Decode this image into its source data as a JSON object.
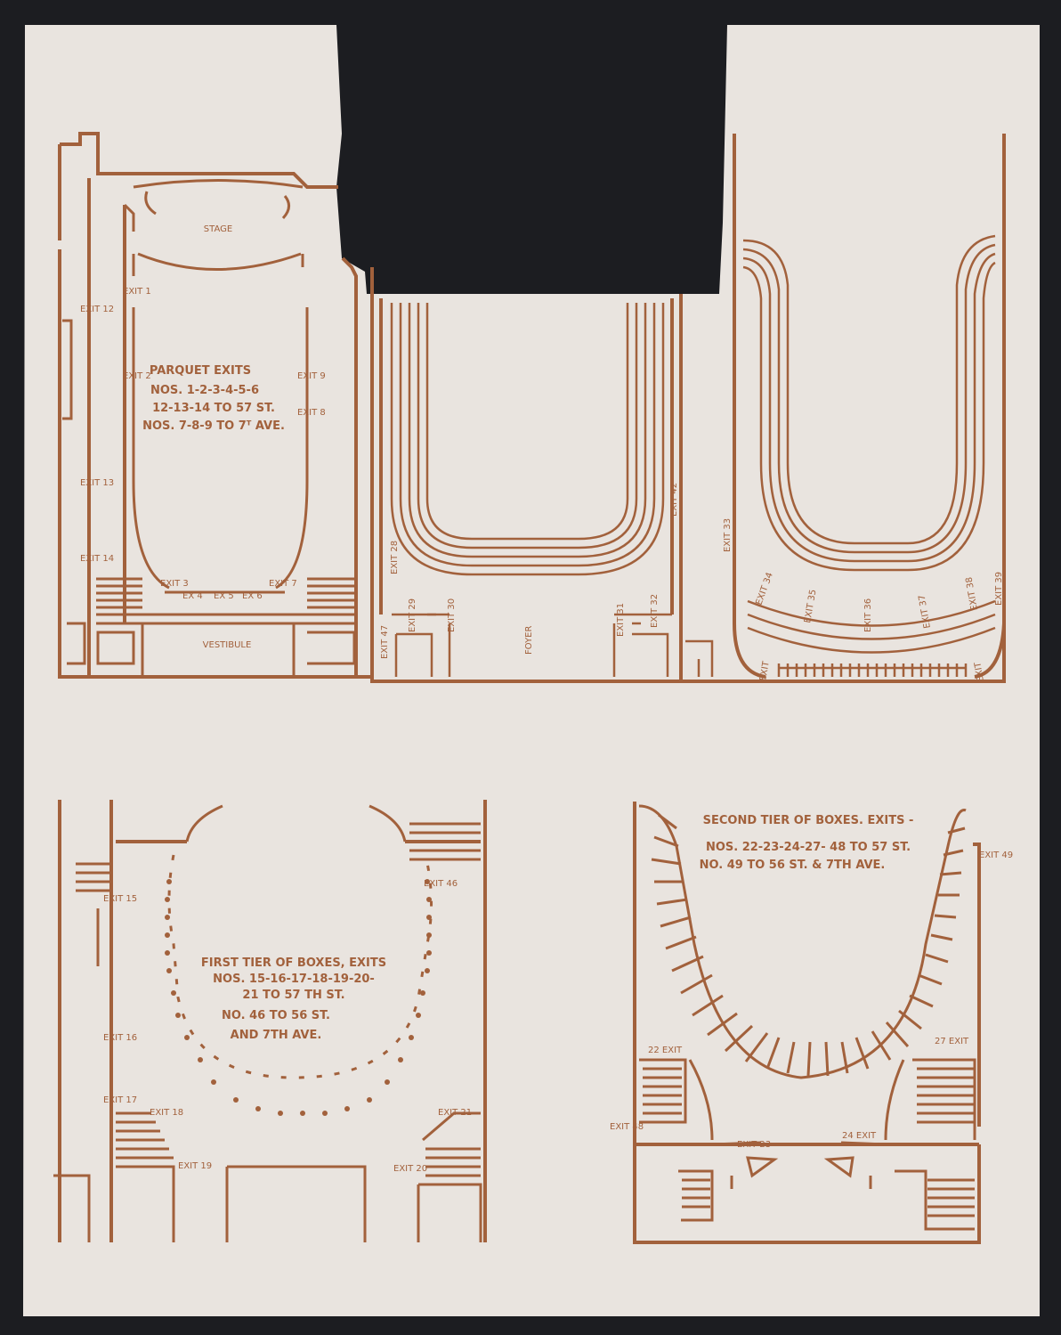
{
  "colors": {
    "paper": "#e9e4df",
    "ink": "#a2613c",
    "background": "#1c1d21"
  },
  "plan1": {
    "stage": "STAGE",
    "vestibule": "VESTIBULE",
    "title": "PARQUET EXITS",
    "l1": "NOS. 1-2-3-4-5-6",
    "l2": "12-13-14 TO 57 ST.",
    "l3": "NOS. 7-8-9 TO 7ᵀ AVE.",
    "exit1": "EXIT 1",
    "exit2": "EXIT 2",
    "exit8": "EXIT 8",
    "exit9": "EXIT 9",
    "exit12": "EXIT 12",
    "exit13": "EXIT 13",
    "exit14": "EXIT 14",
    "exit3": "EXIT 3",
    "ex4": "EX 4",
    "ex5": "EX 5",
    "ex6": "EX 6",
    "exit7": "EXIT 7"
  },
  "plan2": {
    "foyer": "FOYER",
    "exit28": "EXIT 28",
    "exit29": "EXIT 29",
    "exit30": "EXIT 30",
    "exit31": "EXIT 31",
    "exit32": "EXIT 32",
    "exit42": "EXIT 42",
    "exit47": "EXIT 47"
  },
  "plan3": {
    "exit33": "EXIT 33",
    "exit34": "EXIT 34",
    "exit35": "EXIT 35",
    "exit36": "EXIT 36",
    "exit37": "EXIT 37",
    "exit38": "EXIT 38",
    "exit39": "EXIT 39",
    "exit": "EXIT"
  },
  "plan4": {
    "title": "FIRST TIER OF BOXES, EXITS",
    "l1": "NOS. 15-16-17-18-19-20-",
    "l2": "21 TO 57 TH ST.",
    "l3": "NO. 46 TO 56 ST.",
    "l4": "AND 7TH AVE.",
    "exit15": "EXIT 15",
    "exit16": "EXIT 16",
    "exit17": "EXIT 17",
    "exit18": "EXIT 18",
    "exit19": "EXIT 19",
    "exit20": "EXIT 20",
    "exit21": "EXIT 21",
    "exit46": "EXIT 46"
  },
  "plan5": {
    "title": "SECOND TIER OF BOXES. EXITS -",
    "l1": "NOS. 22-23-24-27- 48 TO 57 ST.",
    "l2": "NO. 49 TO 56 ST. & 7TH AVE.",
    "exit22": "22 EXIT",
    "exit23": "EXIT 23",
    "exit24": "24 EXIT",
    "exit27": "27 EXIT",
    "exit48": "EXIT 48",
    "exit49": "EXIT 49"
  }
}
